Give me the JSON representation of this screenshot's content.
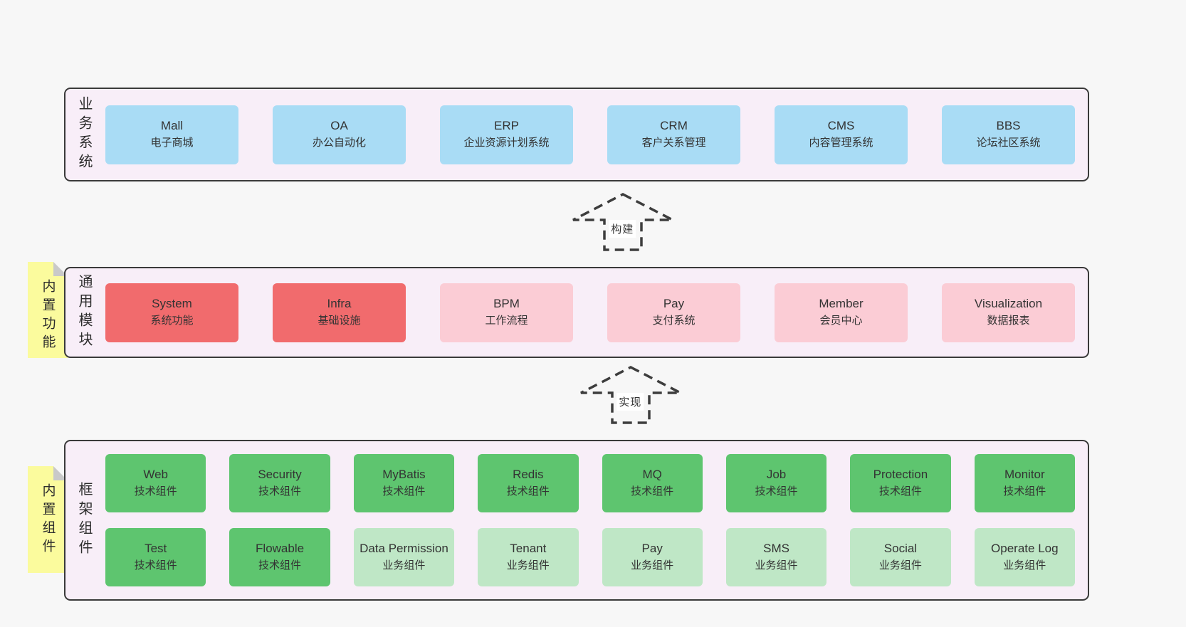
{
  "colors": {
    "page_bg": "#f7f7f7",
    "panel_bg": "#f8eef8",
    "panel_border": "#3a3a3a",
    "box_blue": "#a9dcf5",
    "box_red": "#f16b6d",
    "box_pink": "#fbccd5",
    "box_green": "#5ec56f",
    "box_light_green": "#bfe7c6",
    "note_yellow": "#fbfb9d",
    "text": "#333333"
  },
  "layers": {
    "business": {
      "label": "业务系统",
      "boxes": [
        {
          "name": "Mall",
          "desc": "电子商城",
          "variant": "blue"
        },
        {
          "name": "OA",
          "desc": "办公自动化",
          "variant": "blue"
        },
        {
          "name": "ERP",
          "desc": "企业资源计划系统",
          "variant": "blue"
        },
        {
          "name": "CRM",
          "desc": "客户关系管理",
          "variant": "blue"
        },
        {
          "name": "CMS",
          "desc": "内容管理系统",
          "variant": "blue"
        },
        {
          "name": "BBS",
          "desc": "论坛社区系统",
          "variant": "blue"
        }
      ]
    },
    "common": {
      "label": "通用模块",
      "note": "内置功能",
      "boxes": [
        {
          "name": "System",
          "desc": "系统功能",
          "variant": "red"
        },
        {
          "name": "Infra",
          "desc": "基础设施",
          "variant": "red"
        },
        {
          "name": "BPM",
          "desc": "工作流程",
          "variant": "pink"
        },
        {
          "name": "Pay",
          "desc": "支付系统",
          "variant": "pink"
        },
        {
          "name": "Member",
          "desc": "会员中心",
          "variant": "pink"
        },
        {
          "name": "Visualization",
          "desc": "数据报表",
          "variant": "pink"
        }
      ]
    },
    "framework": {
      "label": "框架组件",
      "note": "内置组件",
      "rows": [
        [
          {
            "name": "Web",
            "desc": "技术组件",
            "variant": "green"
          },
          {
            "name": "Security",
            "desc": "技术组件",
            "variant": "green"
          },
          {
            "name": "MyBatis",
            "desc": "技术组件",
            "variant": "green"
          },
          {
            "name": "Redis",
            "desc": "技术组件",
            "variant": "green"
          },
          {
            "name": "MQ",
            "desc": "技术组件",
            "variant": "green"
          },
          {
            "name": "Job",
            "desc": "技术组件",
            "variant": "green"
          },
          {
            "name": "Protection",
            "desc": "技术组件",
            "variant": "green"
          },
          {
            "name": "Monitor",
            "desc": "技术组件",
            "variant": "green"
          }
        ],
        [
          {
            "name": "Test",
            "desc": "技术组件",
            "variant": "green"
          },
          {
            "name": "Flowable",
            "desc": "技术组件",
            "variant": "green"
          },
          {
            "name": "Data Permission",
            "desc": "业务组件",
            "variant": "light-green"
          },
          {
            "name": "Tenant",
            "desc": "业务组件",
            "variant": "light-green"
          },
          {
            "name": "Pay",
            "desc": "业务组件",
            "variant": "light-green"
          },
          {
            "name": "SMS",
            "desc": "业务组件",
            "variant": "light-green"
          },
          {
            "name": "Social",
            "desc": "业务组件",
            "variant": "light-green"
          },
          {
            "name": "Operate Log",
            "desc": "业务组件",
            "variant": "light-green"
          }
        ]
      ]
    }
  },
  "arrows": {
    "build": {
      "label": "构建"
    },
    "implement": {
      "label": "实现"
    }
  }
}
